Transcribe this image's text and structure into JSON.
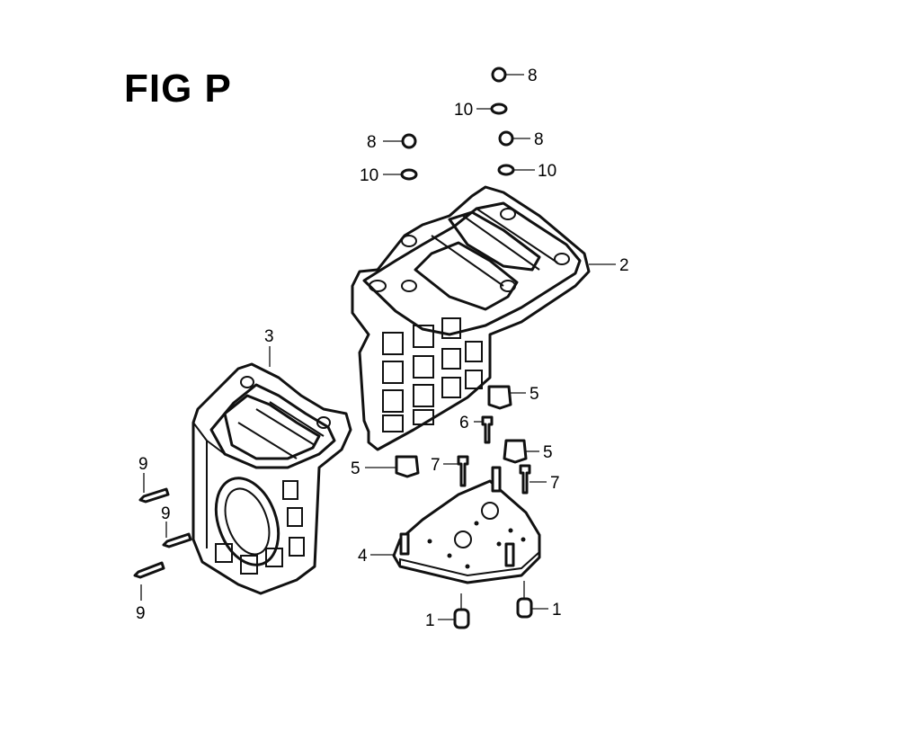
{
  "figure": {
    "title": "FIG P"
  },
  "callouts": [
    {
      "id": "c8a",
      "label": "8"
    },
    {
      "id": "c10a",
      "label": "10"
    },
    {
      "id": "c8b",
      "label": "8"
    },
    {
      "id": "c10b",
      "label": "10"
    },
    {
      "id": "c8c",
      "label": "8"
    },
    {
      "id": "c10c",
      "label": "10"
    },
    {
      "id": "c2",
      "label": "2"
    },
    {
      "id": "c3",
      "label": "3"
    },
    {
      "id": "c5a",
      "label": "5"
    },
    {
      "id": "c6",
      "label": "6"
    },
    {
      "id": "c5b",
      "label": "5"
    },
    {
      "id": "c5c",
      "label": "5"
    },
    {
      "id": "c7a",
      "label": "7"
    },
    {
      "id": "c7b",
      "label": "7"
    },
    {
      "id": "c9a",
      "label": "9"
    },
    {
      "id": "c9b",
      "label": "9"
    },
    {
      "id": "c9c",
      "label": "9"
    },
    {
      "id": "c4",
      "label": "4"
    },
    {
      "id": "c1a",
      "label": "1"
    },
    {
      "id": "c1b",
      "label": "1"
    }
  ]
}
